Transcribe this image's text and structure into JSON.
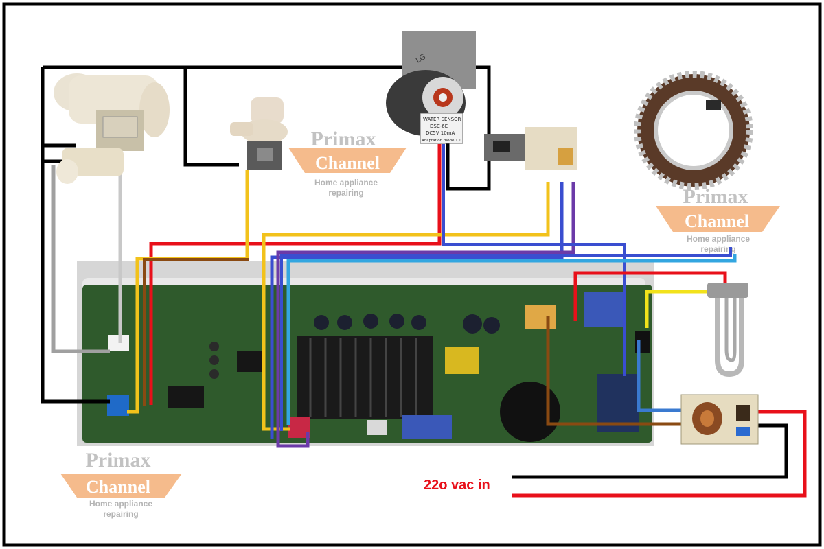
{
  "diagram": {
    "supply_label": "22o vac in",
    "watermarks": [
      {
        "brand": "Primax",
        "channel": "Channel",
        "sub1": "Home appliance",
        "sub2": "repairing"
      },
      {
        "brand": "Primax",
        "channel": "Channel",
        "sub1": "Home appliance",
        "sub2": "repairing"
      },
      {
        "brand": "Primax",
        "channel": "Channel",
        "sub1": "Home appliance",
        "sub2": "repairing"
      }
    ],
    "sensor_label": {
      "brand": "LG",
      "line1": "WATER SENSOR",
      "line2": "DSC-6E",
      "line3": "DC5V  10mA",
      "line4": "Adaptation mode 1.0"
    },
    "colors": {
      "frame": "#000000",
      "live": "#e8101a",
      "neutral": "#000000",
      "yellow": "#f2c21b",
      "orange_brown": "#8a4a12",
      "blue": "#3a4ed0",
      "light_blue": "#33a6e0",
      "purple": "#6b3aa8",
      "grey": "#a0a0a0",
      "board": "#2f5a2c",
      "watermark": "#f4b078"
    },
    "components": [
      "inlet-valve",
      "drain-pump",
      "water-level-sensor",
      "door-lock",
      "motor-stator",
      "heater",
      "noise-filter",
      "control-board"
    ]
  }
}
